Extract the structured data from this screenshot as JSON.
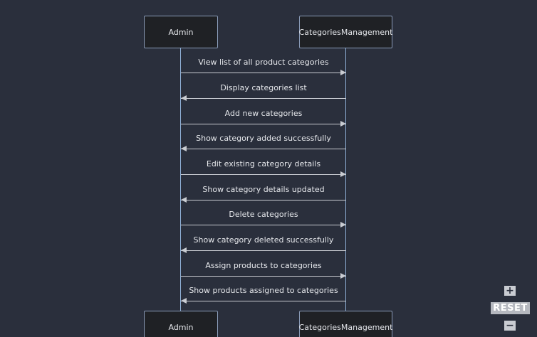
{
  "diagram": {
    "participants": [
      {
        "id": "admin",
        "label": "Admin"
      },
      {
        "id": "categories",
        "label": "CategoriesManagement"
      }
    ],
    "messages": [
      {
        "from": "admin",
        "to": "categories",
        "text": "View list of all product categories"
      },
      {
        "from": "categories",
        "to": "admin",
        "text": "Display categories list"
      },
      {
        "from": "admin",
        "to": "categories",
        "text": "Add new categories"
      },
      {
        "from": "categories",
        "to": "admin",
        "text": "Show category added successfully"
      },
      {
        "from": "admin",
        "to": "categories",
        "text": "Edit existing category details"
      },
      {
        "from": "categories",
        "to": "admin",
        "text": "Show category details updated"
      },
      {
        "from": "admin",
        "to": "categories",
        "text": "Delete categories"
      },
      {
        "from": "categories",
        "to": "admin",
        "text": "Show category deleted successfully"
      },
      {
        "from": "admin",
        "to": "categories",
        "text": "Assign products to categories"
      },
      {
        "from": "categories",
        "to": "admin",
        "text": "Show products assigned to categories"
      }
    ]
  },
  "controls": {
    "zoom_in": "+",
    "reset": "RESET",
    "zoom_out": "−"
  },
  "colors": {
    "background": "#2a2f3c",
    "actor_fill": "#1f2125",
    "actor_border": "#8a9bb8",
    "lifeline": "#8fb0d6",
    "message": "#c9ccd2",
    "text": "#e6e8ec"
  }
}
